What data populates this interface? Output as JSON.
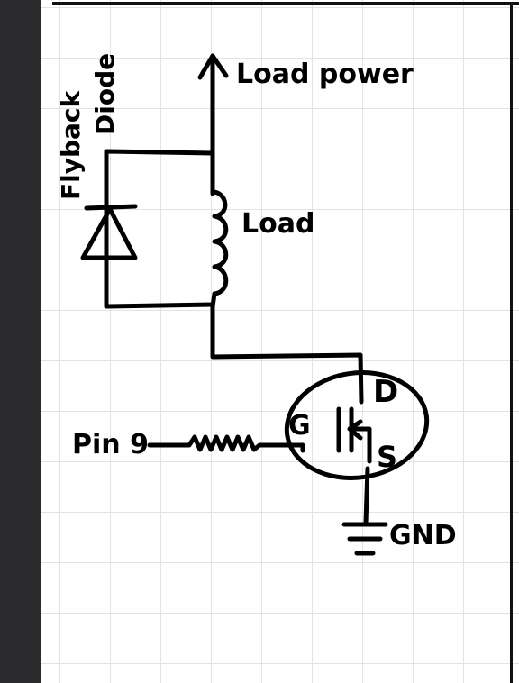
{
  "labels": {
    "load_power": "Load power",
    "load": "Load",
    "flyback_line1": "Flyback",
    "flyback_line2": "Diode",
    "drain": "D",
    "gate": "G",
    "source": "S",
    "pin": "Pin 9",
    "ground": "GND"
  },
  "colors": {
    "ink": "#000000",
    "grid": "#e3e3e3",
    "sidebar": "#2b2b2d",
    "paper": "#ffffff"
  }
}
